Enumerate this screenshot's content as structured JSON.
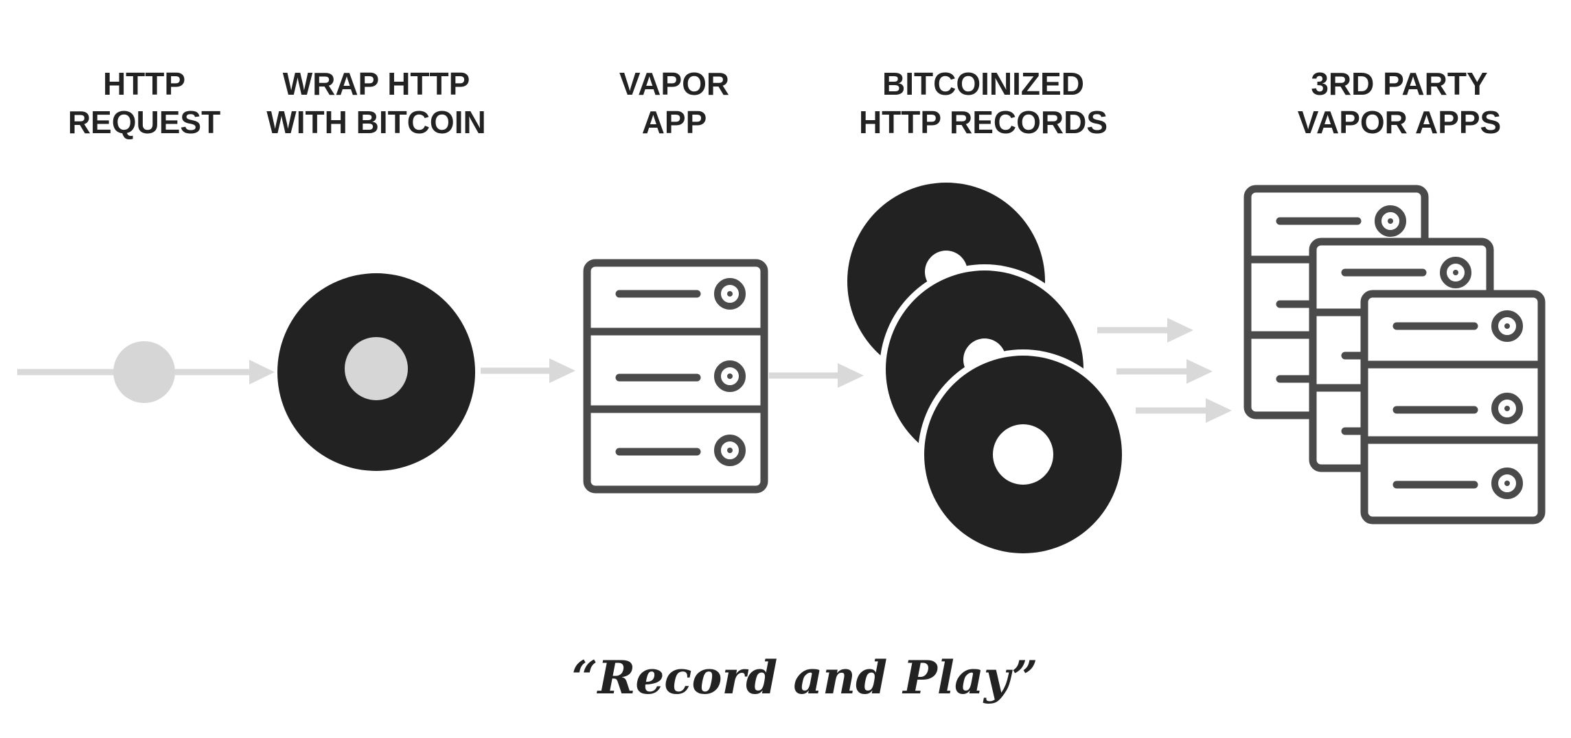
{
  "diagram": {
    "stages": [
      {
        "id": "http-request",
        "line1": "HTTP",
        "line2": "REQUEST"
      },
      {
        "id": "wrap-http",
        "line1": "WRAP HTTP",
        "line2": "WITH BITCOIN"
      },
      {
        "id": "vapor-app",
        "line1": "VAPOR",
        "line2": "APP"
      },
      {
        "id": "bitcoinized-records",
        "line1": "BITCOINIZED",
        "line2": "HTTP RECORDS"
      },
      {
        "id": "third-party-apps",
        "line1": "3RD PARTY",
        "line2": "VAPOR APPS"
      }
    ],
    "caption": "“Record and Play”"
  },
  "colors": {
    "text": "#222222",
    "disc": "#222222",
    "arrow": "#d9d9d9",
    "request_dot": "#d6d6d6",
    "server_outline": "#4a4a4a",
    "background": "#ffffff"
  },
  "icons": {
    "request": "request-dot-icon",
    "wrap": "bitcoin-disc-icon",
    "app": "server-rack-icon",
    "records": "stacked-discs-icon",
    "third_party": "stacked-servers-icon"
  }
}
